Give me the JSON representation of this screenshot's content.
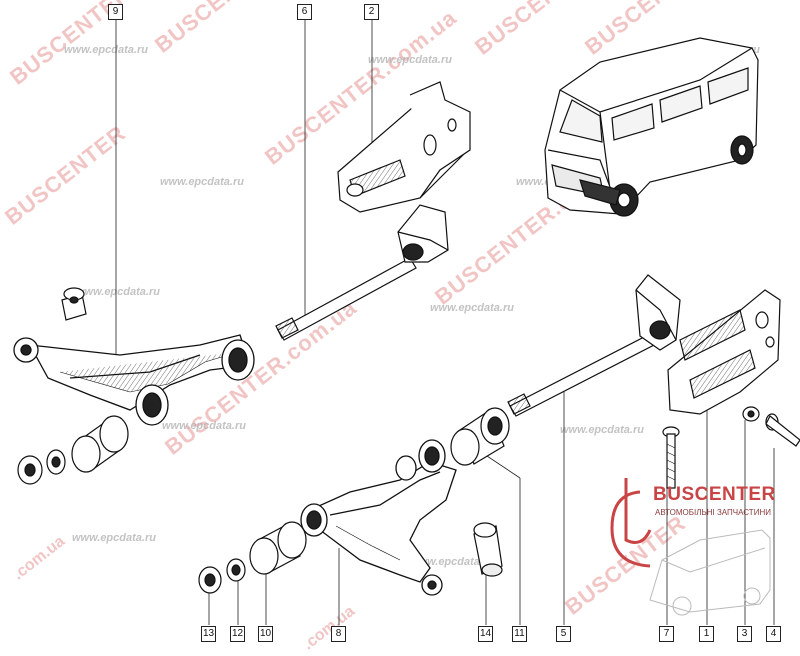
{
  "diagram": {
    "callouts": [
      "1",
      "2",
      "3",
      "4",
      "5",
      "6",
      "7",
      "8",
      "9",
      "10",
      "11",
      "12",
      "13",
      "14"
    ]
  },
  "watermarks": {
    "brand_red": "BUSCENTER",
    "domain_red": "BUSCENTER.com.ua",
    "domain_red_tail": ".com.ua",
    "site_grey": "www.epcdata.ru"
  },
  "brand": {
    "name": "BUSCENTER",
    "tagline": "АВТОМОБІЛЬНІ ЗАПЧАСТИНИ",
    "accent": "#c94545"
  }
}
